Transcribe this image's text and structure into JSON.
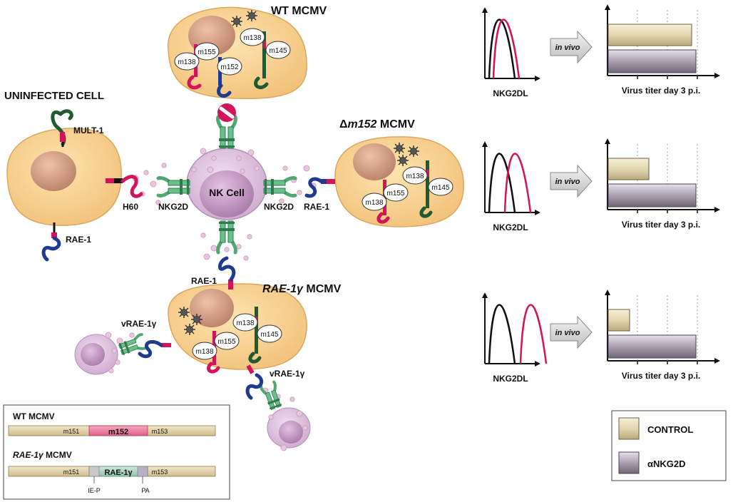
{
  "cells": {
    "wt": "WT MCMV",
    "uninfected": "UNINFECTED CELL",
    "delta_prefix": "Δ",
    "delta_gene": "m152",
    "delta_suffix": " MCMV",
    "rae_gene": "RAE-1",
    "rae_gamma": "γ",
    "rae_suffix": " MCMV",
    "nk": "NK Cell"
  },
  "labels": {
    "mult1": "MULT-1",
    "h60": "H60",
    "rae1_left": "RAE-1",
    "nkg2d_left": "NKG2D",
    "nkg2d_right": "NKG2D",
    "rae1_right": "RAE-1",
    "rae1_bottom": "RAE-1",
    "vrae1g_left": "vRAE-1γ",
    "vrae1g_right": "vRAE-1γ"
  },
  "proteins": {
    "m138": "m138",
    "m155": "m155",
    "m145": "m145",
    "m152": "m152"
  },
  "invivo": "in vivo",
  "nkg2dl": "NKG2DL",
  "virus_titer": "Virus titer day 3 p.i.",
  "legend": {
    "control": "CONTROL",
    "ankg2d": "αNKG2D"
  },
  "genome": {
    "wt_label": "WT MCMV",
    "rae_label_gene": "RAE-1",
    "rae_label_gamma": "γ",
    "rae_label_suffix": " MCMV",
    "m151": "m151",
    "m152": "m152",
    "m153": "m153",
    "rae_insert": "RAE-1γ",
    "iep": "IE-P",
    "pa": "PA"
  },
  "colors": {
    "cell": "#f6cf8a",
    "nucleus": "#d39a7c",
    "nk_cell": "#dcbfdc",
    "magenta": "#d4145a",
    "navy": "#1f3b8f",
    "dark_green": "#1f5a32",
    "receptor": "#6ac08a",
    "control_bar": "#e6dcba",
    "ankg2d_bar": "#b4abb8"
  },
  "bar_panels": [
    {
      "control": 0.78,
      "ankg2d": 0.82
    },
    {
      "control": 0.38,
      "ankg2d": 0.82
    },
    {
      "control": 0.2,
      "ankg2d": 0.82
    }
  ]
}
